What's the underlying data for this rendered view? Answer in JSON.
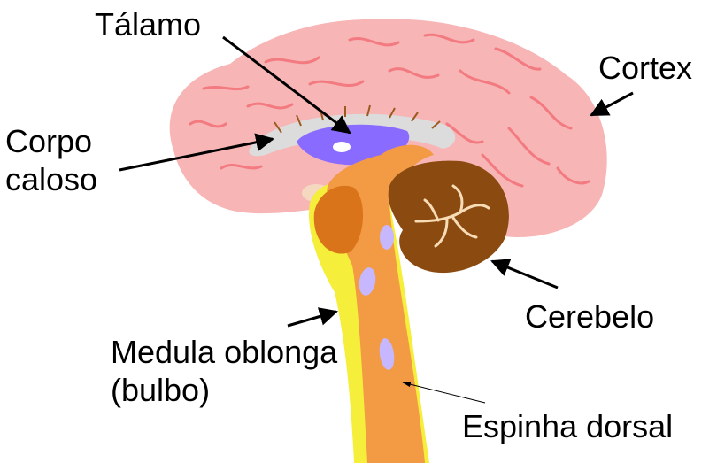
{
  "labels": {
    "talamo": "Tálamo",
    "cortex": "Cortex",
    "corpo_line1": "Corpo",
    "corpo_line2": "caloso",
    "cerebelo": "Cerebelo",
    "medula_line1": "Medula oblonga",
    "medula_line2": "(bulbo)",
    "espinha": "Espinha dorsal"
  },
  "colors": {
    "cortex": "#f7b5b5",
    "gyri": "#f27a80",
    "corpus_callosum": "#dcdcdc",
    "thalamus": "#8a6bff",
    "brainstem": "#f29a44",
    "pons": "#d9741a",
    "spinal_outer": "#f5ee3a",
    "cerebellum": "#8b4a10",
    "cerebellum_arbor": "#f7dcb6",
    "nuclei": "#c6b7ff",
    "arrow": "#000000"
  }
}
